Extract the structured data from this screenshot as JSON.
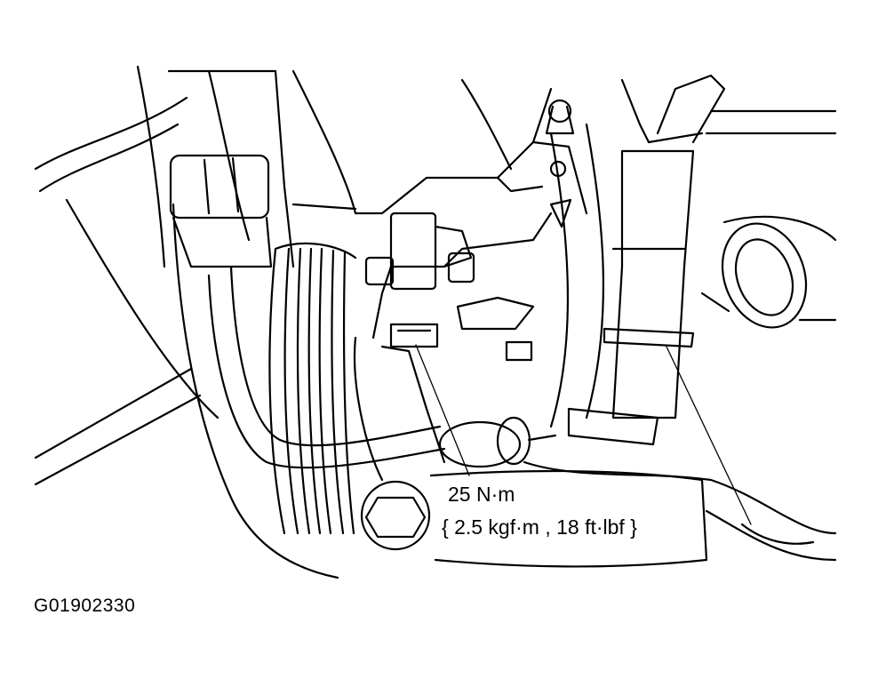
{
  "annotation": {
    "torque_value": "25 N·m",
    "torque_alt": "{ 2.5 kgf·m , 18 ft·lbf }"
  },
  "figure": {
    "id": "G01902330"
  }
}
